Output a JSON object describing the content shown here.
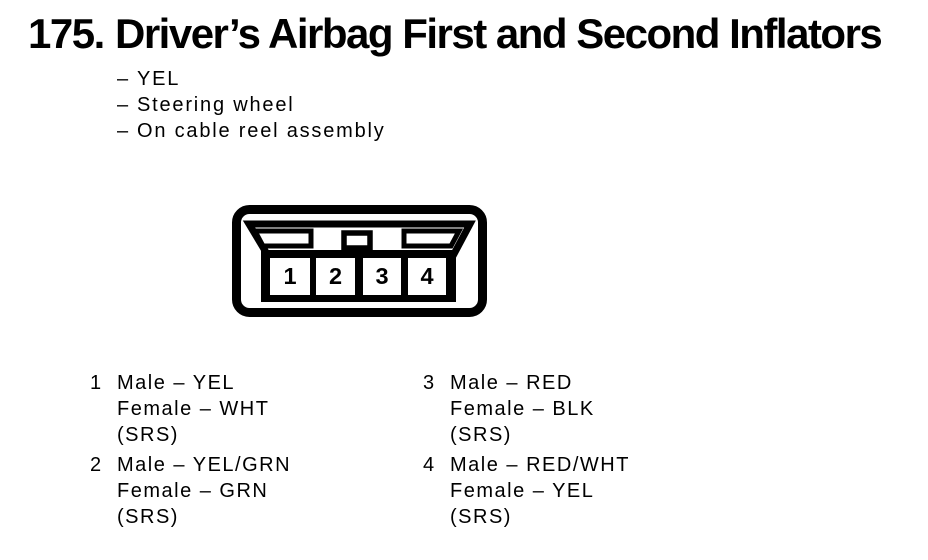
{
  "page": {
    "number": "175.",
    "title": "Driver’s Airbag First and Second Inflators"
  },
  "bullet_char": "–",
  "details": [
    "YEL",
    "Steering wheel",
    "On cable reel assembly"
  ],
  "connector": {
    "pin_labels": [
      "1",
      "2",
      "3",
      "4"
    ]
  },
  "pins": [
    {
      "number": "1",
      "lines": [
        "Male – YEL",
        "Female – WHT",
        "(SRS)"
      ]
    },
    {
      "number": "2",
      "lines": [
        "Male – YEL/GRN",
        "Female – GRN",
        "(SRS)"
      ]
    },
    {
      "number": "3",
      "lines": [
        "Male – RED",
        "Female – BLK",
        "(SRS)"
      ]
    },
    {
      "number": "4",
      "lines": [
        "Male – RED/WHT",
        "Female – YEL",
        "(SRS)"
      ]
    }
  ],
  "colors": {
    "ink": "#000000",
    "paper": "#ffffff"
  }
}
